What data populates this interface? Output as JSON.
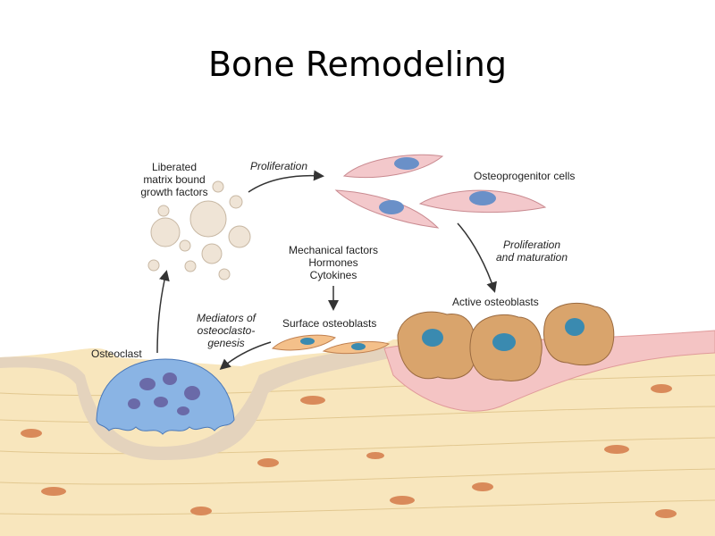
{
  "title": "Bone Remodeling",
  "labels": {
    "growth_factors": [
      "Liberated",
      "matrix bound",
      "growth factors"
    ],
    "proliferation": "Proliferation",
    "osteoprogenitor": "Osteoprogenitor cells",
    "prolif_maturation": [
      "Proliferation",
      "and maturation"
    ],
    "stimuli": [
      "Mechanical factors",
      "Hormones",
      "Cytokines"
    ],
    "active_osteoblasts": "Active osteoblasts",
    "surface_osteoblasts": "Surface osteoblasts",
    "mediators": [
      "Mediators of",
      "osteoclasto-",
      "genesis"
    ],
    "osteoclast": "Osteoclast"
  }
}
